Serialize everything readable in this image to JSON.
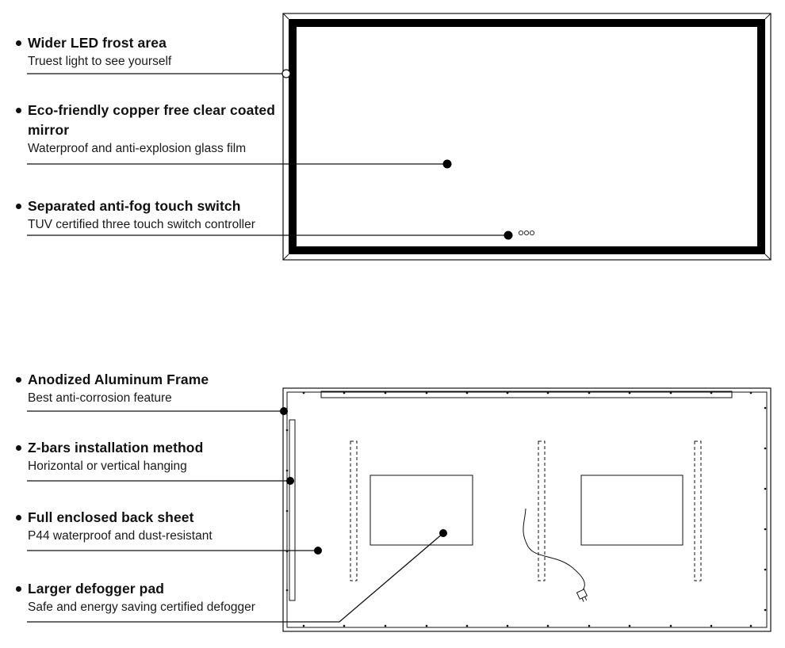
{
  "front_view": {
    "features": [
      {
        "title": "Wider LED frost area",
        "subtitle": "Truest light to see yourself"
      },
      {
        "title": "Eco-friendly copper free clear coated",
        "title_line2": "mirror",
        "subtitle": "Waterproof and anti-explosion glass film"
      },
      {
        "title": "Separated anti-fog touch switch",
        "subtitle": "TUV certified three touch switch controller"
      }
    ]
  },
  "back_view": {
    "features": [
      {
        "title": "Anodized Aluminum Frame",
        "subtitle": "Best anti-corrosion feature"
      },
      {
        "title": "Z-bars installation method",
        "subtitle": "Horizontal or vertical hanging"
      },
      {
        "title": "Full enclosed back sheet",
        "subtitle": "P44 waterproof and dust-resistant"
      },
      {
        "title": "Larger defogger pad",
        "subtitle": "Safe and energy saving certified defogger"
      }
    ]
  },
  "colors": {
    "line": "#111111",
    "background": "#ffffff"
  }
}
